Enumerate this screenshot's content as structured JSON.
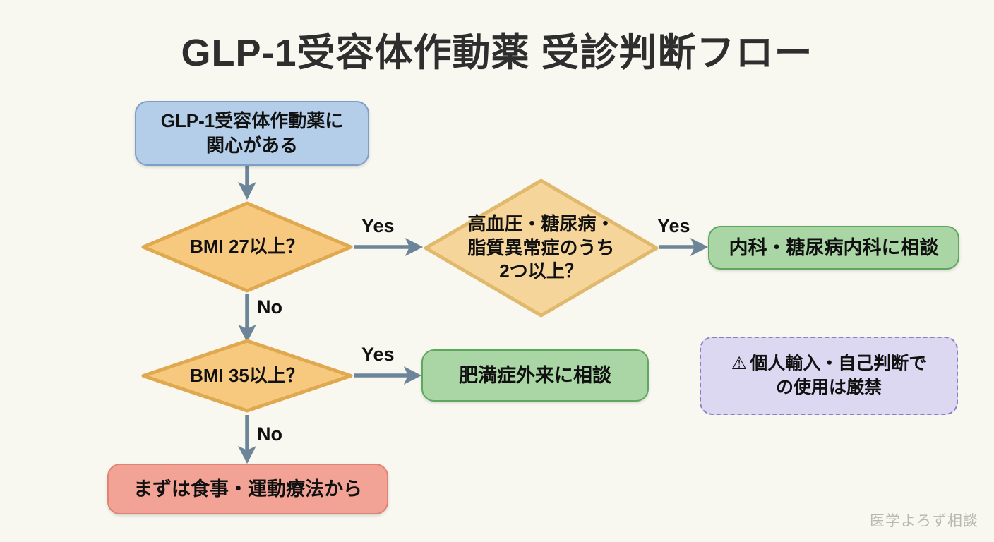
{
  "page": {
    "title": "GLP-1受容体作動薬 受診判断フロー",
    "watermark": "医学よろず相談",
    "background_color": "#f8f8f1"
  },
  "flow": {
    "nodes": {
      "start": {
        "label_line1": "GLP-1受容体作動薬に",
        "label_line2": "関心がある",
        "shape": "rounded-rect",
        "fill": "#b4cde8",
        "border": "#7d9fc6"
      },
      "decision_bmi27": {
        "label": "BMI 27以上？",
        "shape": "diamond",
        "fill": "#f7c97f",
        "border": "#e0a94f"
      },
      "decision_comorbidity": {
        "label_line1": "高血圧・糖尿病・",
        "label_line2": "脂質異常症のうち",
        "label_line3": "2つ以上？",
        "shape": "diamond",
        "fill": "#f5d599",
        "border": "#e0b96c"
      },
      "outcome_internal_medicine": {
        "label": "内科・糖尿病内科に相談",
        "shape": "rounded-rect",
        "fill": "#a9d6a4",
        "border": "#5fa65f"
      },
      "decision_bmi35": {
        "label": "BMI 35以上？",
        "shape": "diamond",
        "fill": "#f7c97f",
        "border": "#e0a94f"
      },
      "outcome_obesity_clinic": {
        "label": "肥満症外来に相談",
        "shape": "rounded-rect",
        "fill": "#a9d6a4",
        "border": "#5fa65f"
      },
      "outcome_diet_exercise": {
        "label": "まずは食事・運動療法から",
        "shape": "rounded-rect",
        "fill": "#f2a396",
        "border": "#e08274"
      },
      "warning": {
        "icon": "warning-triangle-icon",
        "icon_glyph": "⚠",
        "label_line1": "個人輸入・自己判断で",
        "label_line2": "の使用は厳禁",
        "shape": "rounded-rect-dashed",
        "fill": "#ddd8f2",
        "border": "#8b7fc0"
      }
    },
    "edges": [
      {
        "from": "start",
        "to": "decision_bmi27",
        "label": ""
      },
      {
        "from": "decision_bmi27",
        "to": "decision_comorbidity",
        "label": "Yes"
      },
      {
        "from": "decision_bmi27",
        "to": "decision_bmi35",
        "label": "No"
      },
      {
        "from": "decision_comorbidity",
        "to": "outcome_internal_medicine",
        "label": "Yes"
      },
      {
        "from": "decision_bmi35",
        "to": "outcome_obesity_clinic",
        "label": "Yes"
      },
      {
        "from": "decision_bmi35",
        "to": "outcome_diet_exercise",
        "label": "No"
      }
    ],
    "edge_labels": {
      "yes_1": "Yes",
      "no_1": "No",
      "yes_2": "Yes",
      "yes_3": "Yes",
      "no_2": "No"
    },
    "connector_color": "#6d8599"
  }
}
